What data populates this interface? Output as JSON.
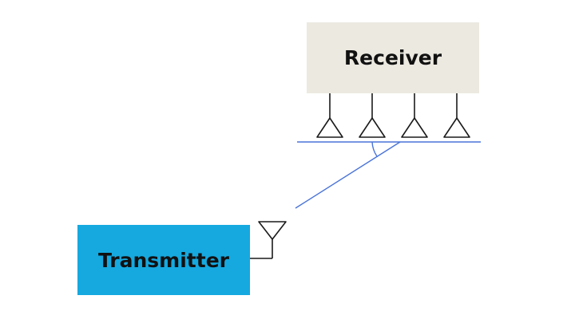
{
  "diagram": {
    "receiver": {
      "label": "Receiver",
      "color": "#ece9e1"
    },
    "transmitter": {
      "label": "Transmitter",
      "color": "#15a9e0"
    },
    "signal_line_color": "#4a74d8",
    "stroke_color": "#1a1a1a",
    "receiver_antenna_count": 4
  }
}
